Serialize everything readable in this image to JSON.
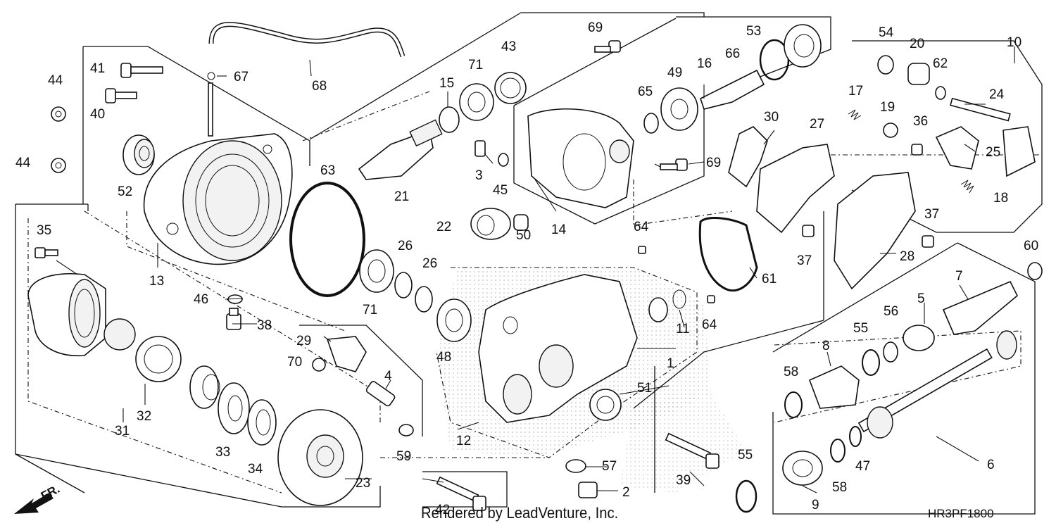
{
  "diagram": {
    "callouts": [
      {
        "label": "1"
      },
      {
        "label": "2"
      },
      {
        "label": "3"
      },
      {
        "label": "4"
      },
      {
        "label": "5"
      },
      {
        "label": "6"
      },
      {
        "label": "7"
      },
      {
        "label": "8"
      },
      {
        "label": "9"
      },
      {
        "label": "10"
      },
      {
        "label": "11"
      },
      {
        "label": "12"
      },
      {
        "label": "13"
      },
      {
        "label": "14"
      },
      {
        "label": "15"
      },
      {
        "label": "16"
      },
      {
        "label": "17"
      },
      {
        "label": "18"
      },
      {
        "label": "19"
      },
      {
        "label": "20"
      },
      {
        "label": "21"
      },
      {
        "label": "22"
      },
      {
        "label": "23"
      },
      {
        "label": "24"
      },
      {
        "label": "25"
      },
      {
        "label": "26"
      },
      {
        "label": "26"
      },
      {
        "label": "27"
      },
      {
        "label": "28"
      },
      {
        "label": "29"
      },
      {
        "label": "30"
      },
      {
        "label": "31"
      },
      {
        "label": "32"
      },
      {
        "label": "33"
      },
      {
        "label": "34"
      },
      {
        "label": "35"
      },
      {
        "label": "36"
      },
      {
        "label": "37"
      },
      {
        "label": "37"
      },
      {
        "label": "38"
      },
      {
        "label": "39"
      },
      {
        "label": "40"
      },
      {
        "label": "41"
      },
      {
        "label": "42"
      },
      {
        "label": "43"
      },
      {
        "label": "44"
      },
      {
        "label": "44"
      },
      {
        "label": "45"
      },
      {
        "label": "46"
      },
      {
        "label": "47"
      },
      {
        "label": "48"
      },
      {
        "label": "49"
      },
      {
        "label": "50"
      },
      {
        "label": "51"
      },
      {
        "label": "52"
      },
      {
        "label": "53"
      },
      {
        "label": "54"
      },
      {
        "label": "55"
      },
      {
        "label": "55"
      },
      {
        "label": "56"
      },
      {
        "label": "57"
      },
      {
        "label": "58"
      },
      {
        "label": "58"
      },
      {
        "label": "59"
      },
      {
        "label": "60"
      },
      {
        "label": "61"
      },
      {
        "label": "62"
      },
      {
        "label": "63"
      },
      {
        "label": "64"
      },
      {
        "label": "64"
      },
      {
        "label": "65"
      },
      {
        "label": "66"
      },
      {
        "label": "67"
      },
      {
        "label": "68"
      },
      {
        "label": "69"
      },
      {
        "label": "69"
      },
      {
        "label": "70"
      },
      {
        "label": "71"
      },
      {
        "label": "71"
      }
    ],
    "direction_label": "FR.",
    "diagram_code": "HR3PF1800",
    "footer": "Rendered by LeadVenture, Inc.",
    "line_color": "#111111",
    "background_color": "#ffffff"
  }
}
